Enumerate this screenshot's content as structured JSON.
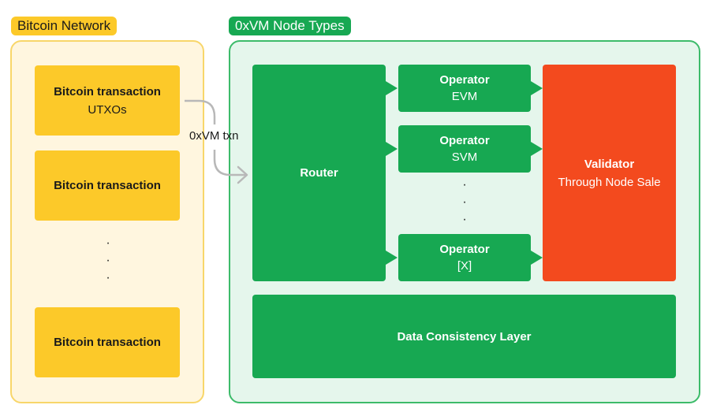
{
  "labels": {
    "bitcoin_network": "Bitcoin Network",
    "node_types": "0xVM Node Types",
    "txn": "0xVM txn"
  },
  "bitcoin": {
    "tx1_title": "Bitcoin transaction",
    "tx1_sub": "UTXOs",
    "tx2_title": "Bitcoin transaction",
    "tx3_title": "Bitcoin transaction",
    "ellipsis": "·"
  },
  "router": {
    "label": "Router"
  },
  "operators": [
    {
      "title": "Operator",
      "sub": "EVM"
    },
    {
      "title": "Operator",
      "sub": "SVM"
    },
    {
      "title": "Operator",
      "sub": "[X]"
    }
  ],
  "operator_ellipsis": "·",
  "validator": {
    "title": "Validator",
    "sub": "Through Node Sale"
  },
  "data_layer": {
    "label": "Data Consistency Layer"
  },
  "colors": {
    "yellow": "#fcc929",
    "green": "#17a852",
    "red": "#f34a1e",
    "btc_panel_bg": "#fff6df",
    "vm_panel_bg": "#e5f6ec"
  }
}
